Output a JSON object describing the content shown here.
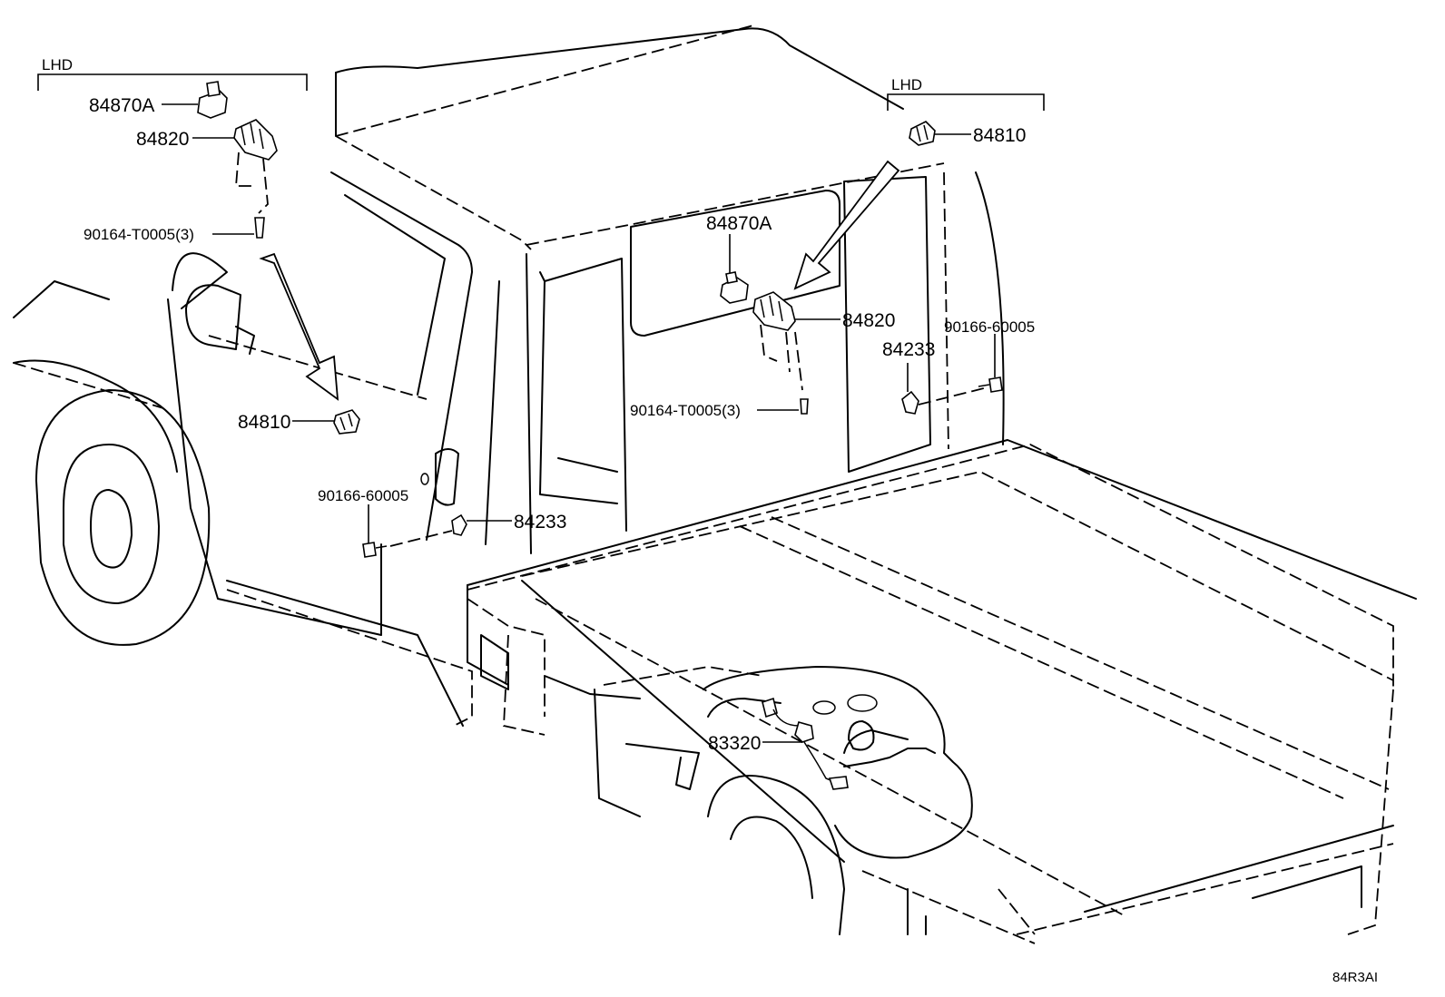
{
  "diagram": {
    "code": "84R3AI",
    "groups": {
      "left_lhd": "LHD",
      "right_lhd": "LHD"
    },
    "labels": {
      "left_84870A": "84870A",
      "left_84820": "84820",
      "left_90164": "90164-T0005(3)",
      "left_84810": "84810",
      "left_90166": "90166-60005",
      "left_84233": "84233",
      "right_84810": "84810",
      "right_84870A": "84870A",
      "right_84820": "84820",
      "right_90166": "90166-60005",
      "right_84233": "84233",
      "right_90164": "90164-T0005(3)",
      "center_83320": "83320"
    }
  }
}
